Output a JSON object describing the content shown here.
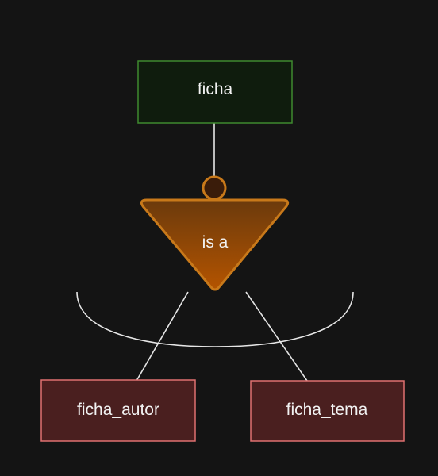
{
  "diagram": {
    "parent": {
      "label": "ficha"
    },
    "isa": {
      "label": "is a"
    },
    "children": [
      {
        "label": "ficha_autor"
      },
      {
        "label": "ficha_tema"
      }
    ]
  },
  "colors": {
    "background": "#141414",
    "parent_fill": "#0f1c0d",
    "parent_stroke": "#3f8a2f",
    "child_fill": "#4a1f1f",
    "child_stroke": "#e07070",
    "isa_fill_top": "#6b3a0c",
    "isa_fill_bottom": "#b45400",
    "isa_stroke": "#c8791a",
    "connector_circle_fill": "#3a1c0a",
    "connector_circle_stroke": "#c8791a",
    "line": "#e6e6e6"
  }
}
